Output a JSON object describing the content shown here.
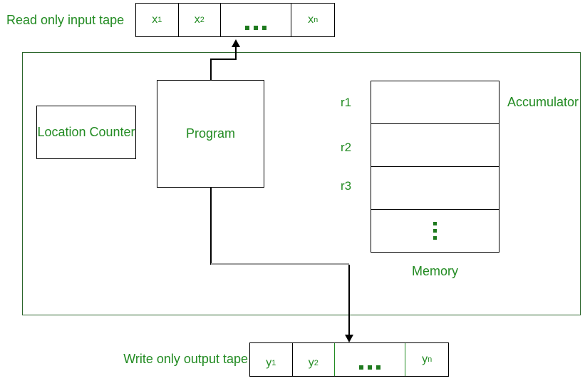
{
  "title": "Random Access Machine diagram",
  "colors": {
    "text_green": "#228B22",
    "border_green": "#2A642A",
    "line_black": "#000000",
    "connector_gray": "#9a9a9a"
  },
  "input_tape": {
    "label": "Read only input tape",
    "cells": [
      {
        "base": "x",
        "sub": "1"
      },
      {
        "base": "x",
        "sub": "2"
      },
      {
        "ellipsis": "..."
      },
      {
        "base": "x",
        "sub": "n"
      }
    ]
  },
  "output_tape": {
    "label": "Write only output tape",
    "cells": [
      {
        "base": "y",
        "sub": "1"
      },
      {
        "base": "y",
        "sub": "2"
      },
      {
        "ellipsis": "..."
      },
      {
        "base": "y",
        "sub": "n"
      }
    ]
  },
  "machine": {
    "location_counter_label": "Location Counter",
    "program_label": "Program",
    "memory": {
      "register_labels": [
        "r1",
        "r2",
        "r3"
      ],
      "vertical_ellipsis": "⋮",
      "accumulator_label": "Accumulator",
      "caption": "Memory"
    }
  }
}
